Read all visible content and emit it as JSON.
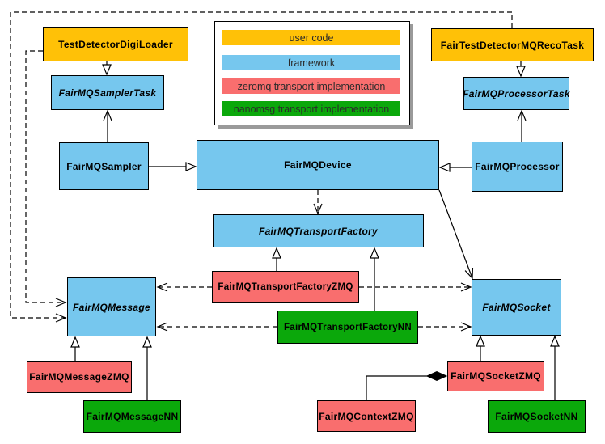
{
  "palette": {
    "user_code": "#FFC107",
    "framework": "#76C7EE",
    "zeromq": "#F96E6E",
    "nanomsg": "#0BA80B"
  },
  "legend": {
    "items": [
      {
        "label": "user code",
        "color": "#FFC107"
      },
      {
        "label": "framework",
        "color": "#76C7EE"
      },
      {
        "label": "zeromq transport implementation",
        "color": "#F96E6E"
      },
      {
        "label": "nanomsg transport implementation",
        "color": "#0BA80B"
      }
    ]
  },
  "nodes": {
    "digiLoader": {
      "label": "TestDetectorDigiLoader",
      "category": "user_code",
      "abstract": false
    },
    "recoTask": {
      "label": "FairTestDetectorMQRecoTask",
      "category": "user_code",
      "abstract": false
    },
    "samplerTask": {
      "label": "FairMQSamplerTask",
      "category": "framework",
      "abstract": true
    },
    "processorTask": {
      "label": "FairMQProcessorTask",
      "category": "framework",
      "abstract": true
    },
    "sampler": {
      "label": "FairMQSampler",
      "category": "framework",
      "abstract": false
    },
    "device": {
      "label": "FairMQDevice",
      "category": "framework",
      "abstract": false
    },
    "processor": {
      "label": "FairMQProcessor",
      "category": "framework",
      "abstract": false
    },
    "transportFactory": {
      "label": "FairMQTransportFactory",
      "category": "framework",
      "abstract": true
    },
    "message": {
      "label": "FairMQMessage",
      "category": "framework",
      "abstract": true
    },
    "socket": {
      "label": "FairMQSocket",
      "category": "framework",
      "abstract": true
    },
    "transportFactoryZMQ": {
      "label": "FairMQTransportFactoryZMQ",
      "category": "zeromq",
      "abstract": false
    },
    "transportFactoryNN": {
      "label": "FairMQTransportFactoryNN",
      "category": "nanomsg",
      "abstract": false
    },
    "messageZMQ": {
      "label": "FairMQMessageZMQ",
      "category": "zeromq",
      "abstract": false
    },
    "messageNN": {
      "label": "FairMQMessageNN",
      "category": "nanomsg",
      "abstract": false
    },
    "socketZMQ": {
      "label": "FairMQSocketZMQ",
      "category": "zeromq",
      "abstract": false
    },
    "contextZMQ": {
      "label": "FairMQContextZMQ",
      "category": "zeromq",
      "abstract": false
    },
    "socketNN": {
      "label": "FairMQSocketNN",
      "category": "nanomsg",
      "abstract": false
    }
  },
  "edges": [
    {
      "from": "digiLoader",
      "to": "samplerTask",
      "line": "solid",
      "head": "hollow-triangle"
    },
    {
      "from": "recoTask",
      "to": "processorTask",
      "line": "solid",
      "head": "hollow-triangle"
    },
    {
      "from": "sampler",
      "to": "samplerTask",
      "line": "solid",
      "head": "open-arrow"
    },
    {
      "from": "processor",
      "to": "processorTask",
      "line": "solid",
      "head": "open-arrow"
    },
    {
      "from": "sampler",
      "to": "device",
      "line": "solid",
      "head": "hollow-triangle"
    },
    {
      "from": "processor",
      "to": "device",
      "line": "solid",
      "head": "hollow-triangle"
    },
    {
      "from": "device",
      "to": "transportFactory",
      "line": "dashed",
      "head": "open-arrow"
    },
    {
      "from": "device",
      "to": "socket",
      "line": "solid",
      "head": "open-arrow"
    },
    {
      "from": "transportFactoryZMQ",
      "to": "transportFactory",
      "line": "solid",
      "head": "hollow-triangle"
    },
    {
      "from": "transportFactoryNN",
      "to": "transportFactory",
      "line": "solid",
      "head": "hollow-triangle"
    },
    {
      "from": "transportFactoryZMQ",
      "to": "message",
      "line": "dashed",
      "head": "open-arrow"
    },
    {
      "from": "transportFactoryZMQ",
      "to": "socket",
      "line": "dashed",
      "head": "open-arrow"
    },
    {
      "from": "transportFactoryNN",
      "to": "message",
      "line": "dashed",
      "head": "open-arrow"
    },
    {
      "from": "transportFactoryNN",
      "to": "socket",
      "line": "dashed",
      "head": "open-arrow"
    },
    {
      "from": "digiLoader",
      "to": "message",
      "line": "dashed",
      "head": "open-arrow"
    },
    {
      "from": "recoTask",
      "to": "message",
      "line": "dashed",
      "head": "open-arrow"
    },
    {
      "from": "messageZMQ",
      "to": "message",
      "line": "solid",
      "head": "hollow-triangle"
    },
    {
      "from": "messageNN",
      "to": "message",
      "line": "solid",
      "head": "hollow-triangle"
    },
    {
      "from": "socketZMQ",
      "to": "socket",
      "line": "solid",
      "head": "hollow-triangle"
    },
    {
      "from": "socketNN",
      "to": "socket",
      "line": "solid",
      "head": "hollow-triangle"
    },
    {
      "from": "contextZMQ",
      "to": "socketZMQ",
      "line": "solid",
      "head": "filled-diamond"
    }
  ]
}
